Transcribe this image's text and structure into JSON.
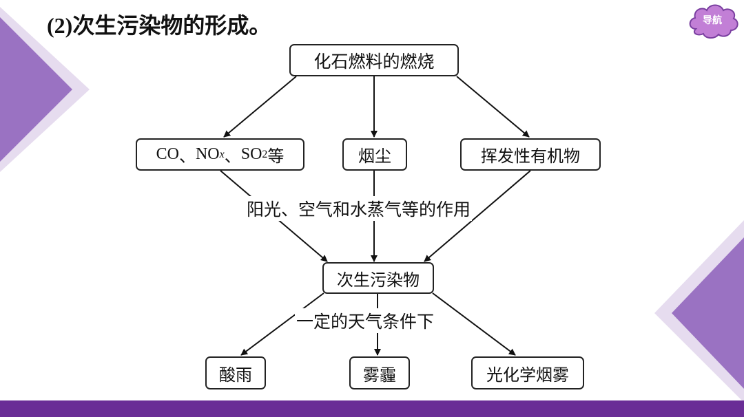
{
  "slide": {
    "title_paren": "(2)",
    "title_text": "次生污染物的形成。",
    "nav_label": "导航"
  },
  "diagram": {
    "source": "化石燃料的燃烧",
    "primary": {
      "gases": {
        "co": "CO",
        "sep1": "、",
        "no": "NO",
        "no_sub": "x",
        "sep2": "、",
        "so": "SO",
        "so_sub": "2",
        "tail": "等"
      },
      "dust": "烟尘",
      "voc": "挥发性有机物"
    },
    "process_label": "阳光、空气和水蒸气等的作用",
    "secondary": "次生污染物",
    "condition_label": "一定的天气条件下",
    "outcomes": [
      "酸雨",
      "雾霾",
      "光化学烟雾"
    ]
  },
  "colors": {
    "accent_purple": "#8e63b8",
    "light_purple": "#ddd0ea",
    "bar_purple": "#6a2d96",
    "nav_fill": "#c27fd6"
  }
}
